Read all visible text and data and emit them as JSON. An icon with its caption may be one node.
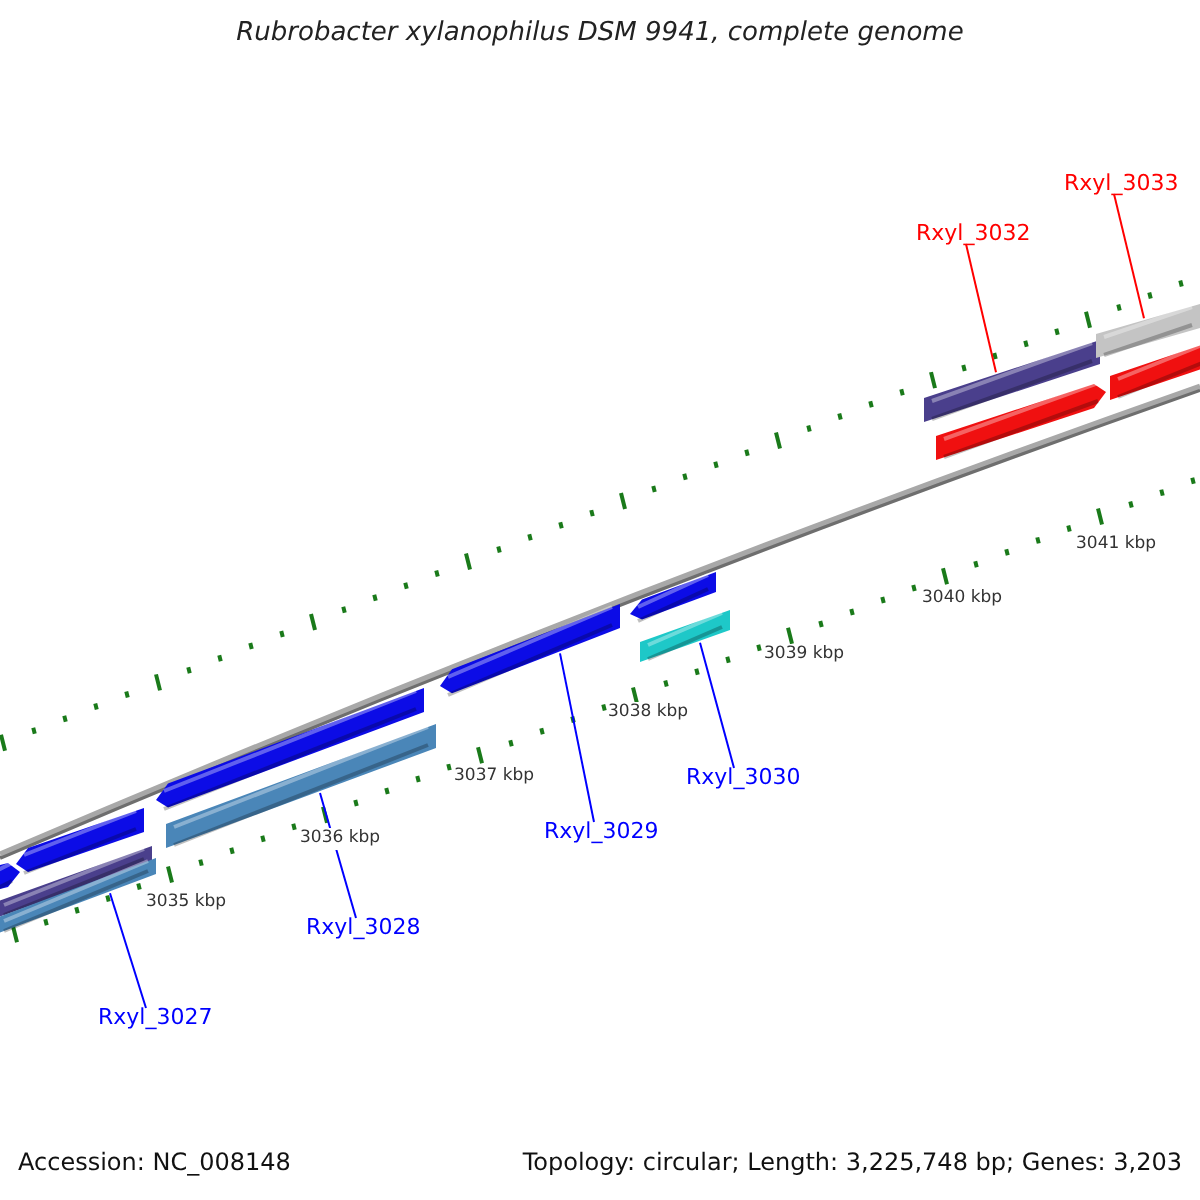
{
  "diagram": {
    "title": "Rubrobacter xylanophilus DSM 9941, complete genome",
    "nodes": [
      {
        "text": [],
        "shape": "pentagon"
      },
      {
        "text": [],
        "shape": "pentagon"
      },
      {
        "text": [],
        "shape": "bar"
      },
      {
        "text": [],
        "shape": "bar"
      },
      {
        "text": [],
        "shape": "pentagon"
      },
      {
        "text": [],
        "shape": "bar"
      },
      {
        "text": [],
        "shape": "pentagon"
      },
      {
        "text": [],
        "shape": "pentagon"
      },
      {
        "text": [],
        "shape": "bar"
      },
      {
        "text": [],
        "shape": "bar"
      },
      {
        "text": [],
        "shape": "pentagon"
      },
      {
        "text": [],
        "shape": "bar"
      },
      {
        "text": [],
        "shape": "bar"
      },
      {
        "text": [
          "Rxyl_3027"
        ]
      },
      {
        "text": [
          "Rxyl_3028"
        ]
      },
      {
        "text": [
          "Rxyl_3029"
        ]
      },
      {
        "text": [
          "Rxyl_3030"
        ]
      },
      {
        "text": [
          "Rxyl_3032"
        ]
      },
      {
        "text": [
          "Rxyl_3033"
        ]
      }
    ],
    "edges": [
      {
        "from": 13,
        "to": 3,
        "arrow": "none"
      },
      {
        "from": 14,
        "to": 5,
        "arrow": "none"
      },
      {
        "from": 15,
        "to": 6,
        "arrow": "none"
      },
      {
        "from": 16,
        "to": 8,
        "arrow": "none"
      },
      {
        "from": 17,
        "to": 9,
        "arrow": "none",
        "color": "#ff0000"
      },
      {
        "from": 18,
        "to": 11,
        "arrow": "none",
        "color": "#ff0000"
      }
    ],
    "labels": [
      "3035 kbp",
      "3036 kbp",
      "3037 kbp",
      "3038 kbp",
      "3039 kbp",
      "3040 kbp",
      "3041 kbp",
      "Accession: NC_008148",
      "Topology: circular; Length: 3,225,748 bp; Genes: 3,203"
    ]
  }
}
